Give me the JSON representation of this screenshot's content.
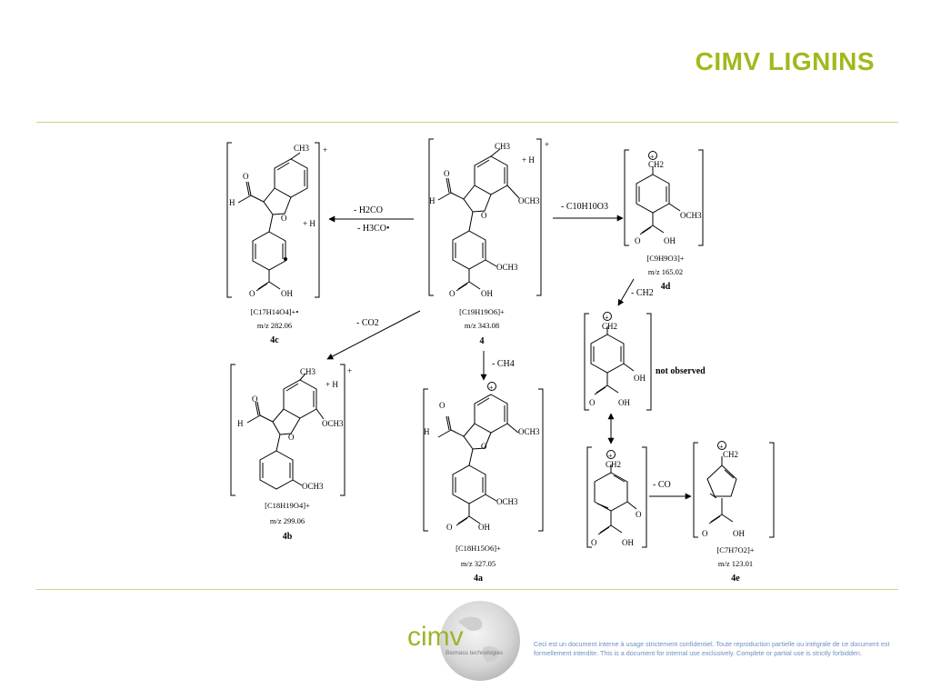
{
  "header": {
    "title": "CIMV LIGNINS"
  },
  "compounds": {
    "c4": {
      "formula": "[C19H19O6]+",
      "mz": "m/z 343.08",
      "id": "4"
    },
    "c4a": {
      "formula": "[C18H15O6]+",
      "mz": "m/z 327.05",
      "id": "4a"
    },
    "c4b": {
      "formula": "[C18H19O4]+",
      "mz": "m/z 299.06",
      "id": "4b"
    },
    "c4c": {
      "formula": "[C17H14O4]+•",
      "mz": "m/z 282.06",
      "id": "4c"
    },
    "c4d": {
      "formula": "[C9H9O3]+",
      "mz": "m/z 165.02",
      "id": "4d"
    },
    "c4e": {
      "formula": "[C7H7O2]+",
      "mz": "m/z 123.01",
      "id": "4e"
    }
  },
  "losses": {
    "h2co": "- H2CO",
    "h3co": "- H3CO•",
    "c10": "- C10H10O3",
    "co2": "- CO2",
    "ch4": "- CH4",
    "ch2": "- CH2",
    "co": "- CO"
  },
  "labels": {
    "not_observed": "not observed",
    "plus_h": "+ H",
    "plus": "+"
  },
  "atoms": {
    "ch3": "CH3",
    "ch2": "CH2",
    "och3": "OCH3",
    "oh": "OH",
    "o": "O",
    "h": "H"
  },
  "footer": {
    "logo_text": "cimv",
    "logo_subtitle": "Biomass technologies",
    "disclaimer": "Ceci est un document interne à usage strictement confidentiel. Toute reproduction partielle ou intégrale de ce document est formellement interdite. This is a document for internal use exclusively. Complete or partial use is strictly forbidden."
  },
  "colors": {
    "title": "#a3b81c",
    "rule": "#c9d68a",
    "logo_green": "#9cb52a",
    "disclaimer": "#6c8fc2"
  }
}
